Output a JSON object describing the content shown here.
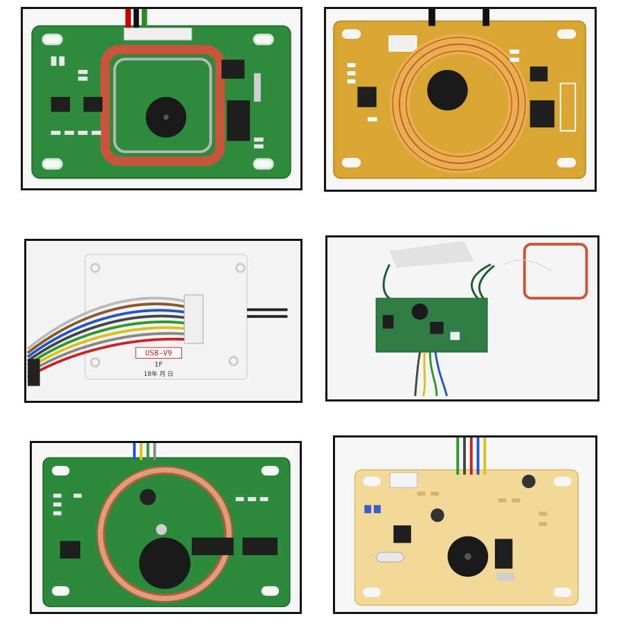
{
  "photos": [
    {
      "name": "rfid-board-green-square-coil",
      "pcb_color": "#2e8b3e"
    },
    {
      "name": "rfid-board-yellow-round-coil",
      "pcb_color": "#d9a533"
    },
    {
      "name": "rfid-board-white-usb",
      "pcb_color": "#f3f3f3",
      "label_model": "USB-V9",
      "label_sub": "1F",
      "label_date": "18年  月  日"
    },
    {
      "name": "rfid-board-small-green-external-coil",
      "pcb_color": "#2f7d45"
    },
    {
      "name": "rfid-board-green-round-coil",
      "pcb_color": "#2c8a3c"
    },
    {
      "name": "rfid-board-cream",
      "pcb_color": "#f2d99a"
    }
  ],
  "colors": {
    "frame": "#111111",
    "coil_copper": "#c8553a",
    "chip": "#1e1e1e",
    "buzzer": "#1a1a1a",
    "silk": "#ffffff"
  }
}
